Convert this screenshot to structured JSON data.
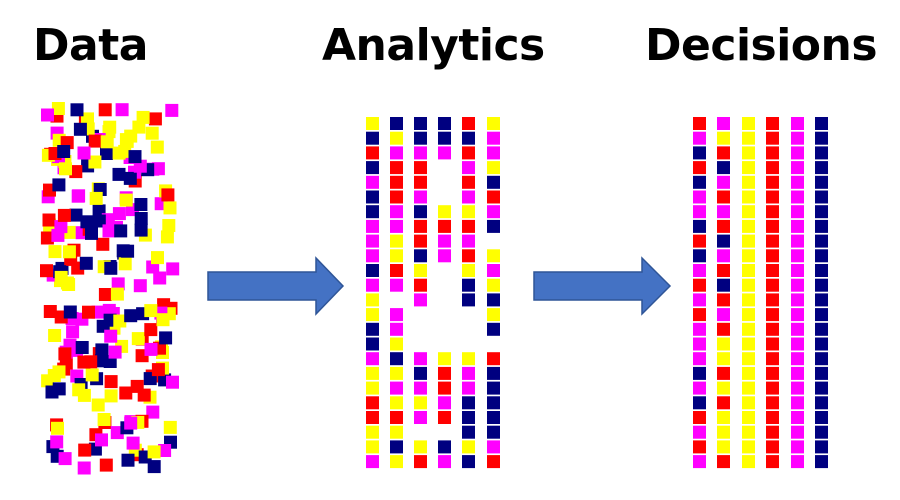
{
  "stages": [
    {
      "key": "data",
      "title": "Data"
    },
    {
      "key": "analytics",
      "title": "Analytics"
    },
    {
      "key": "decisions",
      "title": "Decisions"
    }
  ],
  "colors": {
    "magenta": "#ff00ff",
    "yellow": "#ffff00",
    "red": "#ff0000",
    "navy": "#000080",
    "arrow_fill": "#4472c4",
    "arrow_stroke": "#2f5597"
  },
  "arrows": [
    {
      "name": "arrow-data-to-analytics"
    },
    {
      "name": "arrow-analytics-to-decisions"
    }
  ]
}
